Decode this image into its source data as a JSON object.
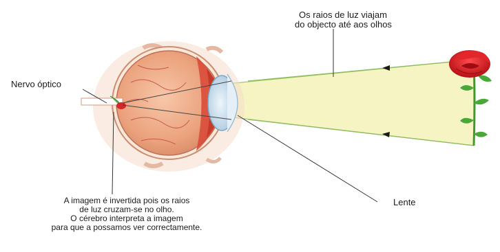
{
  "labels": {
    "light_rays": [
      "Os raios de luz viajam",
      "do objecto até aos olhos"
    ],
    "optic_nerve": "Nervo óptico",
    "lens": "Lente",
    "inverted_image": [
      "A imagem é invertida pois os raios",
      "de luz cruzam-se no olho.",
      "O cérebro interpreta a imagem",
      "para que a possamos ver correctamente."
    ]
  },
  "colors": {
    "light_beam": "#f6f4c3",
    "beam_edge": "#9ac56a",
    "eye_outer": "#f2c9a8",
    "eye_inner": "#e9a07d",
    "retina": "#d94d3a",
    "iris": "#c63a2c",
    "cornea": "#cfe4f1",
    "rose_red": "#cf1e1e",
    "stem_green": "#3f9a2a",
    "arrow": "#1a1a1a",
    "line": "#333333"
  }
}
